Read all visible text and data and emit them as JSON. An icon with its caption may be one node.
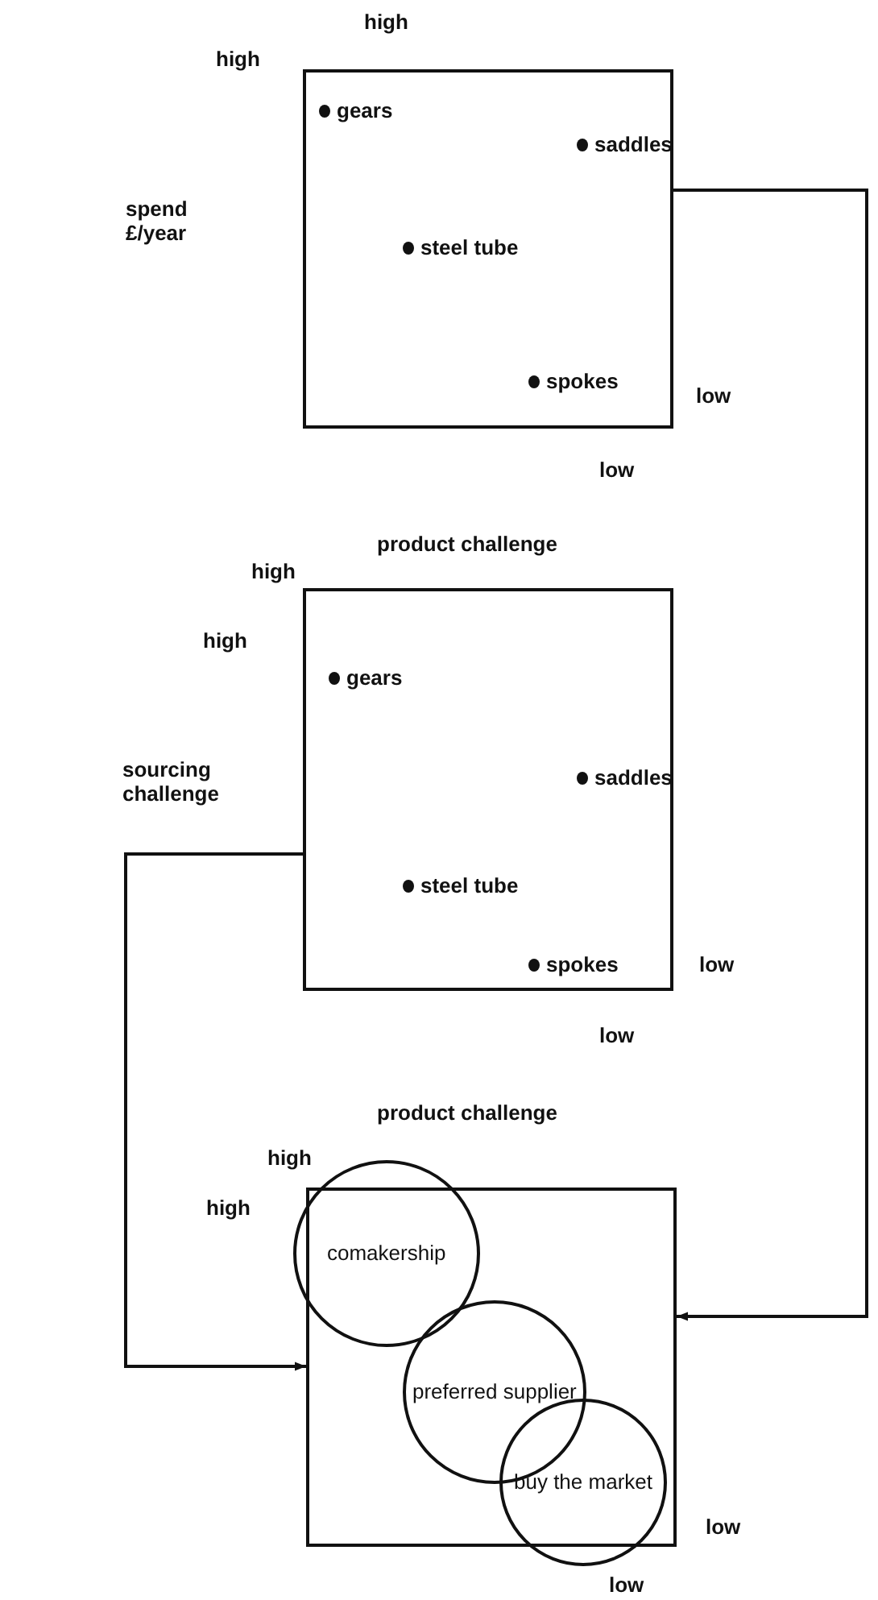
{
  "diagram": {
    "nodes": [
      {
        "text": [],
        "shape": "box"
      },
      {
        "text": [
          "gears"
        ],
        "in": 0
      },
      {
        "text": [
          "saddles"
        ],
        "in": 0
      },
      {
        "text": [
          "steel tube"
        ],
        "in": 0
      },
      {
        "text": [
          "spokes"
        ],
        "in": 0
      },
      {
        "text": [],
        "shape": "box"
      },
      {
        "text": [
          "gears"
        ],
        "in": 5
      },
      {
        "text": [
          "saddles"
        ],
        "in": 5
      },
      {
        "text": [
          "steel tube"
        ],
        "in": 5
      },
      {
        "text": [
          "spokes"
        ],
        "in": 5
      },
      {
        "text": [],
        "shape": "box"
      },
      {
        "text": [
          "comakership"
        ]
      },
      {
        "text": [
          "preferred supplier"
        ],
        "in": 10
      },
      {
        "text": [
          "buy the market"
        ]
      }
    ],
    "edges": [
      {
        "from": 0,
        "to": 10,
        "arrow": "to"
      },
      {
        "from": 5,
        "to": 10,
        "arrow": "to"
      }
    ],
    "labels": [
      "high",
      "high",
      "spend £/year",
      "low",
      "low",
      "product challenge",
      "high",
      "high",
      "sourcing challenge",
      "low",
      "low",
      "product challenge",
      "high",
      "high",
      "low",
      "low"
    ]
  }
}
